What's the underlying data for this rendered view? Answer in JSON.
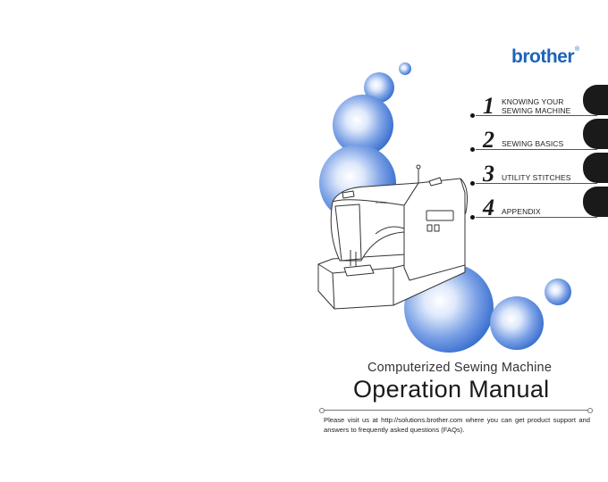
{
  "brand": {
    "name": "brother",
    "mark": "®"
  },
  "toc": [
    {
      "number": "1",
      "label_lines": [
        "KNOWING YOUR",
        "SEWING MACHINE"
      ]
    },
    {
      "number": "2",
      "label_lines": [
        "SEWING BASICS"
      ]
    },
    {
      "number": "3",
      "label_lines": [
        "UTILITY STITCHES"
      ]
    },
    {
      "number": "4",
      "label_lines": [
        "APPENDIX"
      ]
    }
  ],
  "cover": {
    "subtitle": "Computerized Sewing Machine",
    "title": "Operation Manual",
    "note": "Please visit us at http://solutions.brother.com where you can get product support and answers to frequently asked questions (FAQs)."
  },
  "colors": {
    "brand_blue": "#1d63b8",
    "bubble_dark": "#3a6fd0",
    "bubble_light": "#ffffff",
    "tab_black": "#1a1a1a"
  },
  "illustration": {
    "subject": "sewing-machine-line-drawing",
    "machine_brand_label": "brother"
  }
}
